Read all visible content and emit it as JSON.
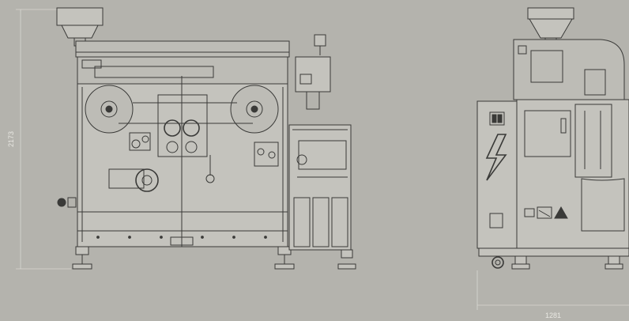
{
  "dimensions": {
    "height_label": "2173",
    "width_label": "1281"
  },
  "colors": {
    "background": "#b4b3ad",
    "line": "#3a3a38",
    "dimension_line": "#d8d7d2"
  },
  "views": [
    "front-view",
    "side-view"
  ]
}
